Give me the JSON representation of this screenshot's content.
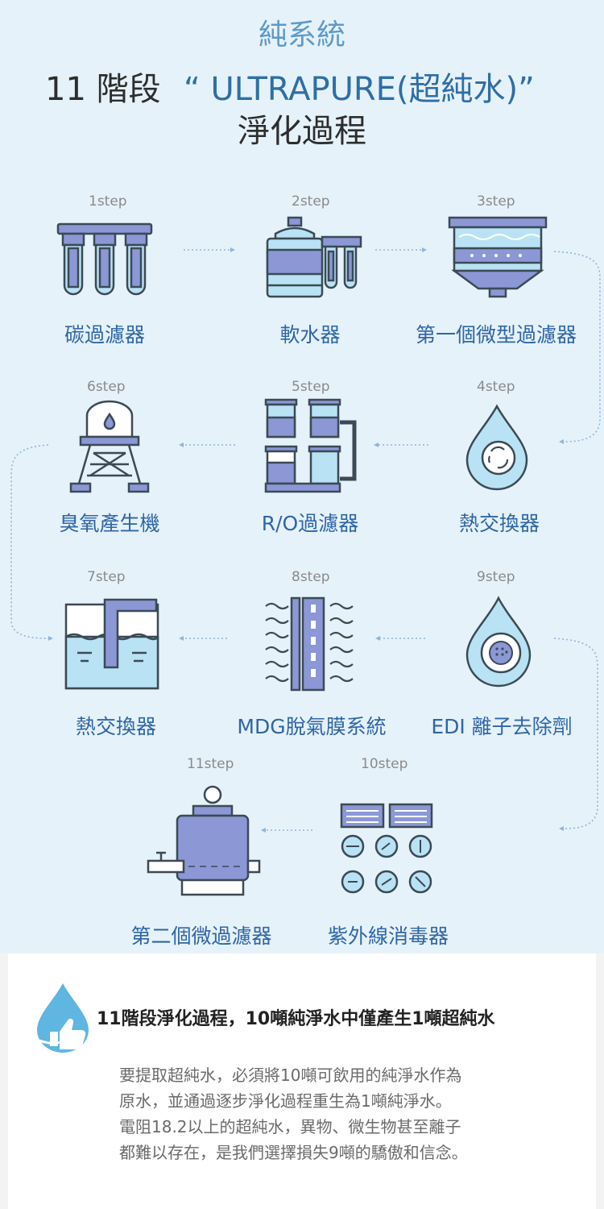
{
  "header": {
    "title_top": "純系統",
    "title_prefix": "11 階段",
    "title_highlight": "“ ULTRAPURE(超純水)”",
    "title_bottom": "淨化過程"
  },
  "steps": [
    {
      "step": "1step",
      "label": "碳過濾器"
    },
    {
      "step": "2step",
      "label": "軟水器"
    },
    {
      "step": "3step",
      "label": "第一個微型過濾器"
    },
    {
      "step": "4step",
      "label": "熱交換器"
    },
    {
      "step": "5step",
      "label": "R/O過濾器"
    },
    {
      "step": "6step",
      "label": "臭氧產生機"
    },
    {
      "step": "7step",
      "label": "熱交換器"
    },
    {
      "step": "8step",
      "label": "MDG脫氣膜系統"
    },
    {
      "step": "9step",
      "label": "EDI 離子去除劑"
    },
    {
      "step": "10step",
      "label": "紫外線消毒器"
    },
    {
      "step": "11step",
      "label": "第二個微過濾器"
    }
  ],
  "info": {
    "headline": "11階段淨化過程，10噸純淨水中僅產生1噸超純水",
    "paragraph_lines": [
      "要提取超純水，必須將10噸可飲用的純淨水作為",
      "原水，並通過逐步淨化過程重生為1噸純淨水。",
      "電阻18.2以上的超純水，異物、微生物甚至離子",
      "都難以存在，是我們選擇損失9噸的驕傲和信念。"
    ]
  },
  "icons": [
    "carbon-filter-icon",
    "water-softener-icon",
    "micro-filter-icon",
    "heat-exchanger-drop-icon",
    "ro-filter-icon",
    "ozone-tower-icon",
    "heat-exchanger-tank-icon",
    "membrane-icon",
    "edi-drop-icon",
    "uv-sterilizer-icon",
    "micro-filter-tank-icon",
    "thumbs-up-drop-icon"
  ],
  "colors": {
    "background_top": "#e6f2fa",
    "label_blue": "#2f66a6",
    "icon_fill": "#8c97d6",
    "icon_water": "#b9e3f4",
    "icon_outline": "#3b4a55"
  }
}
